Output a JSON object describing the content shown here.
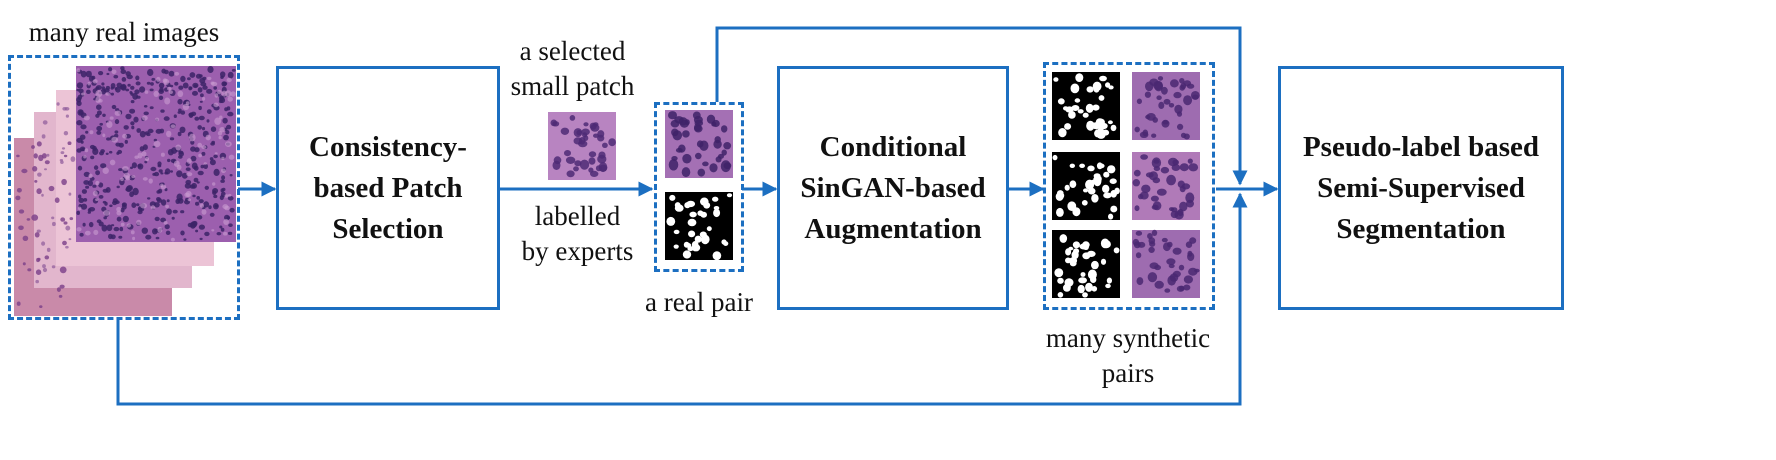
{
  "labels": {
    "many_real_images": "many real images",
    "selected_patch_l1": "a selected",
    "selected_patch_l2": "small patch",
    "labelled_l1": "labelled",
    "labelled_l2": "by experts",
    "real_pair": "a real pair",
    "synthetic_l1": "many synthetic",
    "synthetic_l2": "pairs"
  },
  "boxes": {
    "patch_selection": [
      "Consistency-",
      "based Patch",
      "Selection"
    ],
    "augmentation": [
      "Conditional",
      "SinGAN-based",
      "Augmentation"
    ],
    "segmentation": [
      "Pseudo-label  based",
      "Semi-Supervised",
      "Segmentation"
    ]
  },
  "colors": {
    "line": "#1c6fc1",
    "tissue_purple": "#8a4f9c",
    "tissue_pink": "#d9a0c4",
    "nuclei_dark": "#3c2367",
    "mask_bg": "#000000",
    "mask_fg": "#ffffff"
  }
}
